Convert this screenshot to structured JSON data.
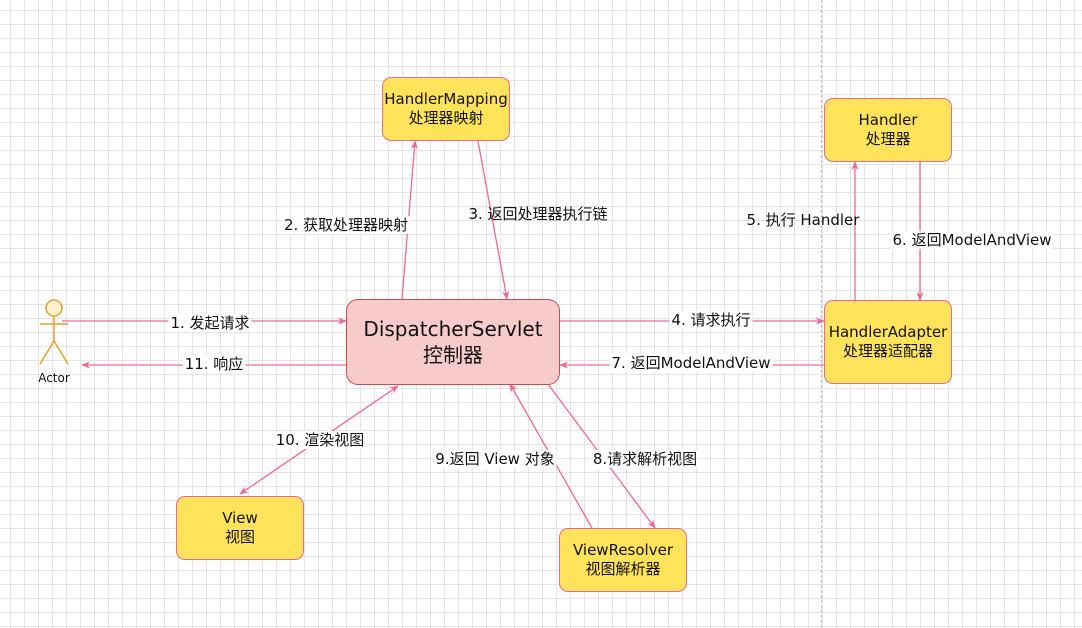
{
  "actor": {
    "label": "Actor"
  },
  "nodes": {
    "dispatcher": {
      "line1": "DispatcherServlet",
      "line2": "控制器"
    },
    "handler_mapping": {
      "line1": "HandlerMapping",
      "line2": "处理器映射"
    },
    "handler": {
      "line1": "Handler",
      "line2": "处理器"
    },
    "handler_adapter": {
      "line1": "HandlerAdapter",
      "line2": "处理器适配器"
    },
    "view": {
      "line1": "View",
      "line2": "视图"
    },
    "view_resolver": {
      "line1": "ViewResolver",
      "line2": "视图解析器"
    }
  },
  "edges": {
    "e1": "1. 发起请求",
    "e2": "2. 获取处理器映射",
    "e3": "3. 返回处理器执行链",
    "e4": "4. 请求执行",
    "e5": "5. 执行 Handler",
    "e6": "6. 返回ModelAndView",
    "e7": "7. 返回ModelAndView",
    "e8": "8.请求解析视图",
    "e9": "9.返回 View 对象",
    "e10": "10. 渲染视图",
    "e11": "11. 响应"
  },
  "colors": {
    "arrow": "#f0689a",
    "node_fill": "#ffe35a",
    "node_border": "#ea6b96",
    "center_fill": "#f8cbcb",
    "center_border": "#c2504f",
    "actor": "#e0a030",
    "actor_fill": "#fff2cc"
  }
}
